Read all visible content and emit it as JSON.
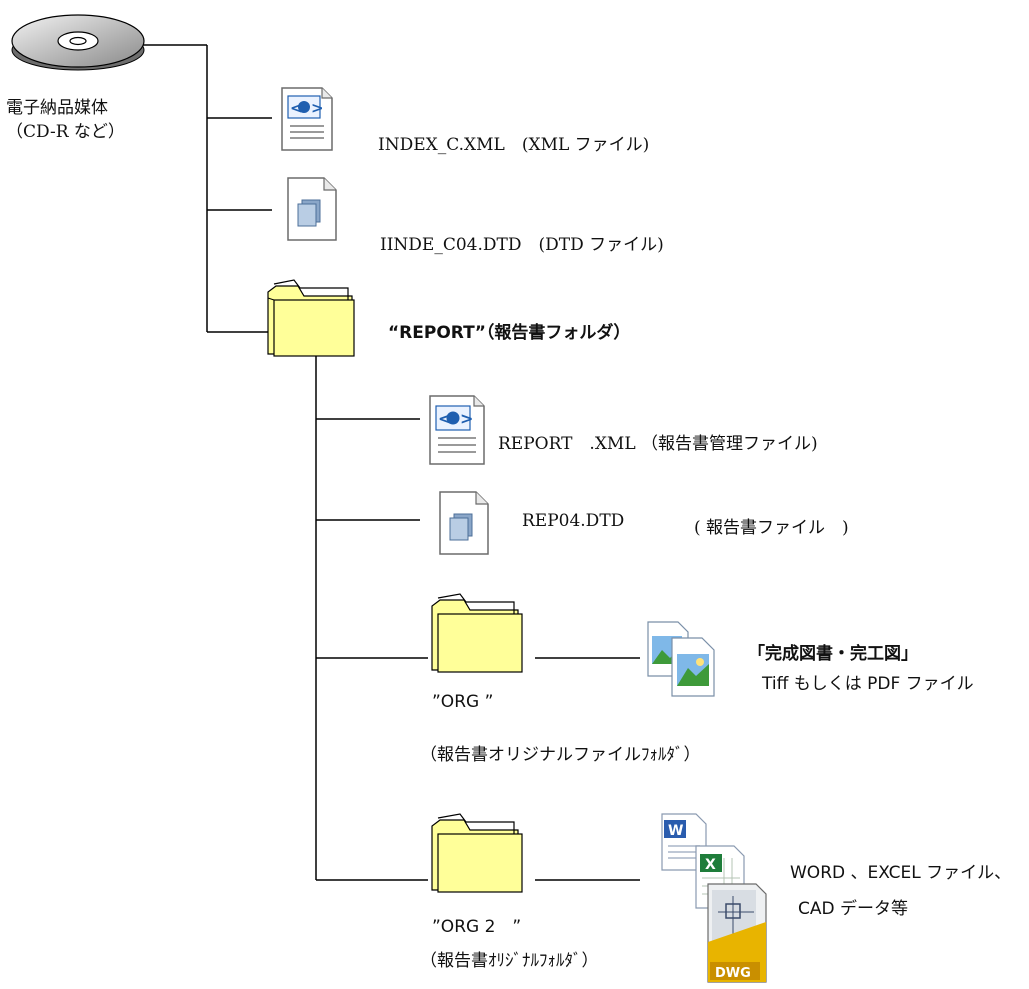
{
  "media": {
    "label_line1": "電子納品媒体",
    "label_line2": "（CD-R など）"
  },
  "root_files": {
    "index_xml": "INDEX_C.XML　(XML ファイル)",
    "index_dtd": "IINDE_C04.DTD　(DTD ファイル)"
  },
  "report_folder": {
    "label": "“REPORT”（報告書フォルダ）"
  },
  "report_files": {
    "report_xml": "REPORT　.XML （報告書管理ファイル)",
    "rep_dtd_name": "REP04.DTD",
    "rep_dtd_desc": "( 報告書ファイル　)"
  },
  "org_folder": {
    "name": "”ORG ”",
    "desc": "（報告書オリジナルファイルﾌｫﾙﾀﾞ）",
    "files_line1": "「完成図書・完工図」",
    "files_line2": "Tiff もしくは PDF ファイル"
  },
  "org2_folder": {
    "name": "”ORG 2　”",
    "desc": "（報告書ｵﾘｼﾞﾅﾙﾌｫﾙﾀﾞ）",
    "files_line1": "WORD 、EXCEL ファイル、",
    "files_line2": "CAD データ等",
    "word_letter": "W",
    "excel_letter": "X",
    "dwg_label": "DWG"
  },
  "colors": {
    "folder_fill": "#ffff99",
    "line": "#000000",
    "xml_icon_blue": "#1f5fb0",
    "dwg_yellow": "#e8b400"
  }
}
